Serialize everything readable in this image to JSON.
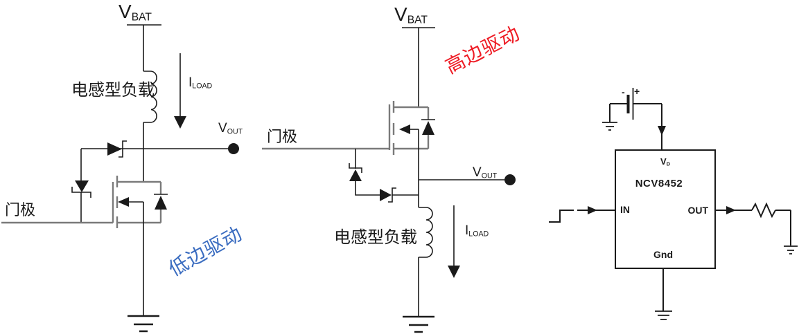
{
  "colors": {
    "wire": "#1a1a1a",
    "mos": "#7a7a7a",
    "lowside": "#3a6cc0",
    "highside": "#ee1b24"
  },
  "left": {
    "vbat_main": "V",
    "vbat_sub": "BAT",
    "load_label": "电感型负载",
    "iload_main": "I",
    "iload_sub": "LOAD",
    "vout_main": "V",
    "vout_sub": "OUT",
    "gate_label": "门极",
    "caption": "低边驱动"
  },
  "middle": {
    "vbat_main": "V",
    "vbat_sub": "BAT",
    "gate_label": "门极",
    "vout_main": "V",
    "vout_sub": "OUT",
    "load_label": "电感型负载",
    "iload_main": "I",
    "iload_sub": "LOAD",
    "caption": "高边驱动"
  },
  "right": {
    "battery_minus": "-",
    "battery_plus": "+",
    "chip_name": "NCV8452",
    "pin_vd_main": "V",
    "pin_vd_sub": "D",
    "pin_in": "IN",
    "pin_out": "OUT",
    "pin_gnd": "Gnd"
  }
}
